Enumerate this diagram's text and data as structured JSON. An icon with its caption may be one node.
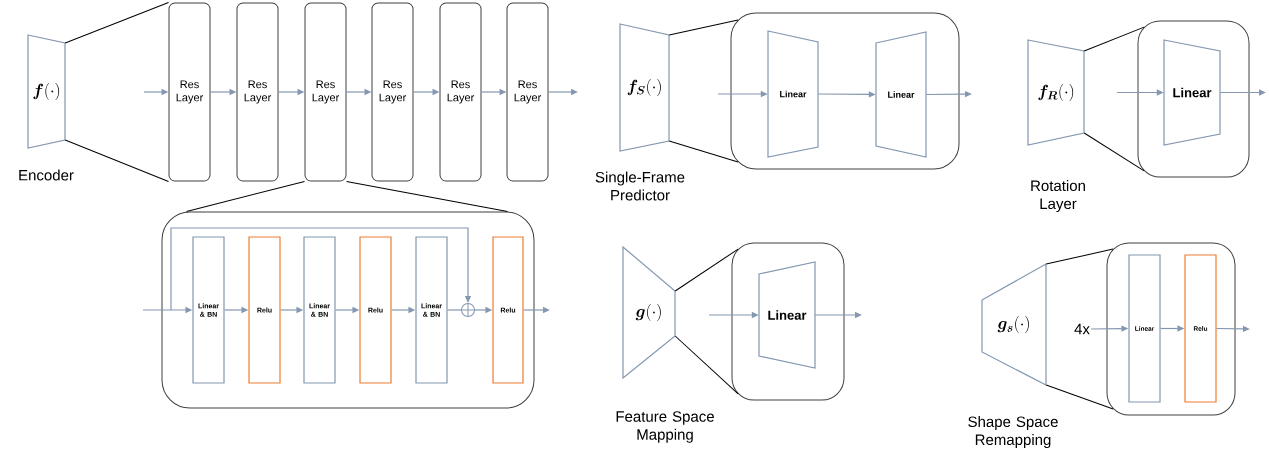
{
  "diagram": {
    "nodes": [
      {
        "text": [
          "\\boldsymbol{f}(\\cdot)"
        ],
        "beside": [
          "Encoder"
        ]
      },
      {
        "text": [
          "Res Layer"
        ]
      },
      {
        "text": [
          "Res Layer"
        ]
      },
      {
        "text": [
          "Res Layer"
        ]
      },
      {
        "text": [
          "Res Layer"
        ]
      },
      {
        "text": [
          "Res Layer"
        ]
      },
      {
        "text": [
          "Res Layer"
        ]
      },
      {
        "text": [
          "\\boldsymbol{f_S}(\\cdot)"
        ],
        "beside": [
          "Single-Frame Predictor"
        ]
      },
      {
        "text": [],
        "shape": "box"
      },
      {
        "text": [
          "Linear"
        ],
        "in": 8
      },
      {
        "text": [
          "Linear"
        ],
        "in": 8
      },
      {
        "text": [
          "\\boldsymbol{f_R}(\\cdot)"
        ],
        "beside": [
          "Rotation Layer"
        ]
      },
      {
        "text": [],
        "shape": "box"
      },
      {
        "text": [
          "Linear"
        ],
        "in": 12
      },
      {
        "text": [],
        "shape": "box"
      },
      {
        "text": [
          "Linear & BN"
        ],
        "in": 14
      },
      {
        "text": [
          "Relu"
        ],
        "in": 14
      },
      {
        "text": [
          "Linear & BN"
        ],
        "in": 14
      },
      {
        "text": [
          "Relu"
        ],
        "in": 14
      },
      {
        "text": [
          "Linear & BN"
        ],
        "in": 14
      },
      {
        "text": [],
        "shape": "circle",
        "in": 14
      },
      {
        "text": [
          "Relu"
        ],
        "in": 14
      },
      {
        "text": [
          "\\boldsymbol{g}(\\cdot)"
        ],
        "beside": [
          "Feature Space Mapping"
        ]
      },
      {
        "text": [],
        "shape": "box"
      },
      {
        "text": [
          "Linear"
        ],
        "in": 23
      },
      {
        "text": [
          "\\boldsymbol{g_s}(\\cdot)"
        ],
        "beside": [
          "Shape Space Remapping"
        ]
      },
      {
        "text": [
          "4x"
        ]
      },
      {
        "text": [],
        "shape": "box"
      },
      {
        "text": [
          "Linear"
        ],
        "in": 27
      },
      {
        "text": [
          "Relu"
        ],
        "in": 27
      }
    ],
    "edges": [
      {
        "from": 0,
        "to": 1,
        "arrow": "none",
        "color": "#000000"
      },
      {
        "from": 0,
        "to": 1,
        "arrow": "none",
        "color": "#000000"
      },
      {
        "from": null,
        "to": 1,
        "arrow": "to"
      },
      {
        "from": 1,
        "to": 2,
        "arrow": "to"
      },
      {
        "from": 2,
        "to": 3,
        "arrow": "to"
      },
      {
        "from": 3,
        "to": 4,
        "arrow": "to"
      },
      {
        "from": 4,
        "to": 5,
        "arrow": "to"
      },
      {
        "from": 5,
        "to": 6,
        "arrow": "to"
      },
      {
        "from": 6,
        "to": null,
        "arrow": "to"
      },
      {
        "from": 3,
        "to": 14,
        "arrow": "none",
        "color": "#000000"
      },
      {
        "from": 3,
        "to": 14,
        "arrow": "none",
        "color": "#000000"
      },
      {
        "from": 7,
        "to": 8,
        "arrow": "none",
        "color": "#000000"
      },
      {
        "from": 7,
        "to": 8,
        "arrow": "none",
        "color": "#000000"
      },
      {
        "from": null,
        "to": 9,
        "arrow": "to"
      },
      {
        "from": 9,
        "to": 10,
        "arrow": "to"
      },
      {
        "from": 10,
        "to": null,
        "arrow": "to"
      },
      {
        "from": 11,
        "to": 12,
        "arrow": "none",
        "color": "#000000"
      },
      {
        "from": 11,
        "to": 12,
        "arrow": "none",
        "color": "#000000"
      },
      {
        "from": null,
        "to": 13,
        "arrow": "to"
      },
      {
        "from": 13,
        "to": null,
        "arrow": "to"
      },
      {
        "from": null,
        "to": 15,
        "arrow": "to"
      },
      {
        "from": 15,
        "to": 16,
        "arrow": "to"
      },
      {
        "from": 16,
        "to": 17,
        "arrow": "to"
      },
      {
        "from": 17,
        "to": 18,
        "arrow": "to"
      },
      {
        "from": 18,
        "to": 19,
        "arrow": "to"
      },
      {
        "from": 19,
        "to": 20,
        "arrow": "none"
      },
      {
        "from": 20,
        "to": 21,
        "arrow": "to"
      },
      {
        "from": 21,
        "to": null,
        "arrow": "to"
      },
      {
        "from": null,
        "to": 20,
        "arrow": "to"
      },
      {
        "from": 22,
        "to": 23,
        "arrow": "none",
        "color": "#000000"
      },
      {
        "from": 22,
        "to": 23,
        "arrow": "none",
        "color": "#000000"
      },
      {
        "from": null,
        "to": 24,
        "arrow": "to"
      },
      {
        "from": 24,
        "to": null,
        "arrow": "to"
      },
      {
        "from": 25,
        "to": 27,
        "arrow": "none",
        "color": "#000000"
      },
      {
        "from": 25,
        "to": 27,
        "arrow": "none",
        "color": "#000000"
      },
      {
        "from": 26,
        "to": 28,
        "arrow": "to"
      },
      {
        "from": 28,
        "to": 29,
        "arrow": "to"
      },
      {
        "from": 29,
        "to": null,
        "arrow": "to"
      }
    ]
  }
}
